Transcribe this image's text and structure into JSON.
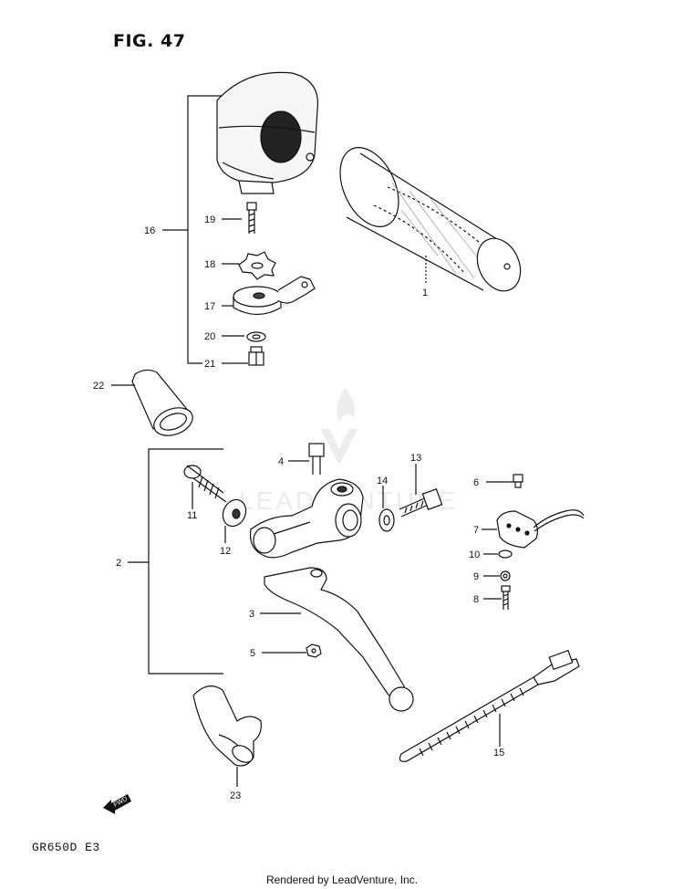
{
  "figure": {
    "title": "FIG. 47",
    "model": "GR650D  E3"
  },
  "footer": {
    "credit": "Rendered by LeadVenture, Inc."
  },
  "watermark": {
    "text": "LEADVENTURE"
  },
  "callouts": {
    "c1": "1",
    "c2": "2",
    "c3": "3",
    "c4": "4",
    "c5": "5",
    "c6": "6",
    "c7": "7",
    "c8": "8",
    "c9": "9",
    "c10": "10",
    "c11": "11",
    "c12": "12",
    "c13": "13",
    "c14": "14",
    "c15": "15",
    "c16": "16",
    "c17": "17",
    "c18": "18",
    "c19": "19",
    "c20": "20",
    "c21": "21",
    "c22": "22",
    "c23": "23"
  },
  "icons": {
    "fwd": "FWD"
  }
}
